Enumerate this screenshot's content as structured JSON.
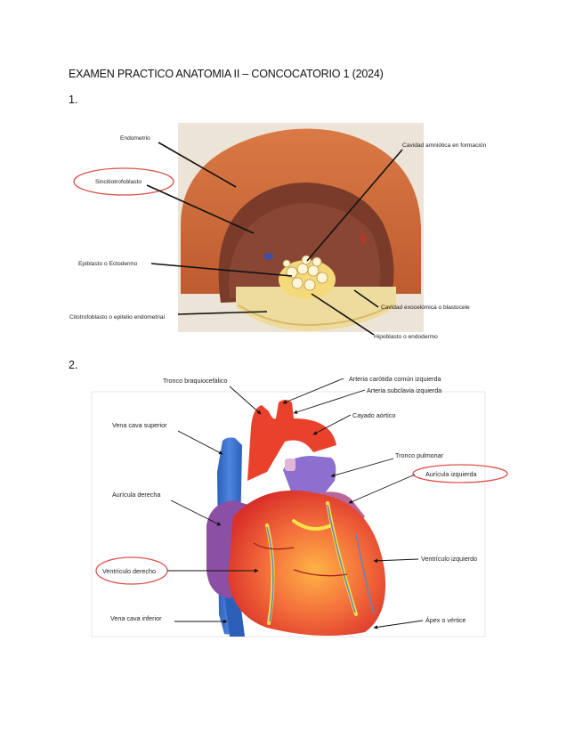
{
  "document": {
    "title": "EXAMEN PRACTICO ANATOMIA II – CONCOCATORIO 1 (2024)"
  },
  "questions": [
    {
      "number": "1.",
      "labels": {
        "endometrio": "Endometrio",
        "cavidad_amniotica": "Cavidad amniótica en formación",
        "sincitotrofoblasto": "Sincitiotrofoblasto",
        "epiblasto": "Epiblasto o Ectodermo",
        "cavidad_exocelomica": "Cavidad exocelómica o blastocele",
        "citotrofoblasto": "Citotrofoblasto o epitelio endometrial",
        "hipoblasto": "Hipoblasto o endodermo"
      }
    },
    {
      "number": "2.",
      "labels": {
        "tronco_braquio": "Tronco braquiocefálico",
        "carotida": "Arteria carótida común izquierda",
        "subclavia": "Arteria subclavia izquierda",
        "vena_cava_sup": "Vena cava superior",
        "cayado": "Cayado aórtico",
        "tronco_pulmonar": "Tronco pulmonar",
        "auricula_izq": "Aurícula izquierda",
        "auricula_der": "Aurícula derecha",
        "ventriculo_der": "Ventrículo derecho",
        "ventriculo_izq": "Ventrículo izquierdo",
        "vena_cava_inf": "Vena cava inferior",
        "apex": "Ápex o vértice"
      }
    }
  ]
}
